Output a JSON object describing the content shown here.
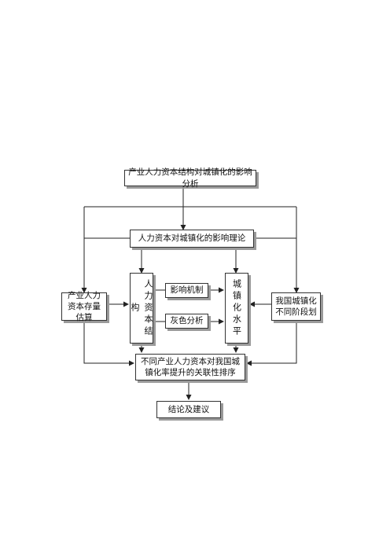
{
  "nodes": {
    "top": "产业人力资本结构对城镇化的影响分析",
    "theory": "人力资本对城镇化的影响理论",
    "left": "产业人力资本存量估算",
    "hc_structure": "人力资本结构",
    "mechanism": "影响机制",
    "grey": "灰色分析",
    "urban_level": "城镇化水平",
    "stages": "我国城镇化不同阶段划",
    "ranking": "不同产业人力资本对我国城镇化率提升的关联性排序",
    "conclusion": "结论及建议"
  },
  "colors": {
    "line": "#222222",
    "shadow": "#9a9a9a"
  }
}
